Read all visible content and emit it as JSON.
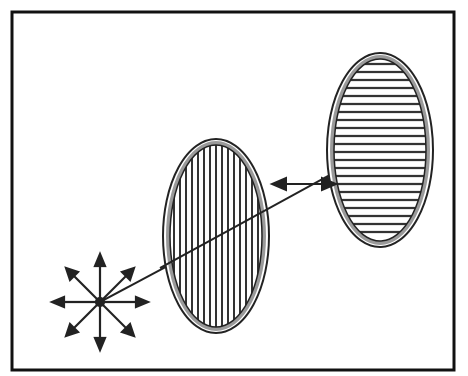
{
  "diagram": {
    "elements": [
      {
        "name": "light-source-icon",
        "kind": "unpolarized light source"
      },
      {
        "name": "polarizer-vertical",
        "kind": "polarizer",
        "stripe_orientation": "vertical"
      },
      {
        "name": "polarizer-horizontal",
        "kind": "analyzer",
        "stripe_orientation": "horizontal"
      },
      {
        "name": "light-ray",
        "kind": "beam"
      },
      {
        "name": "transmission-axis-arrow",
        "kind": "double-headed arrow"
      }
    ],
    "colors": {
      "background": "#ffffff",
      "stroke": "#222222",
      "hatch": "#333333",
      "rim": "#9a9a9a"
    }
  }
}
